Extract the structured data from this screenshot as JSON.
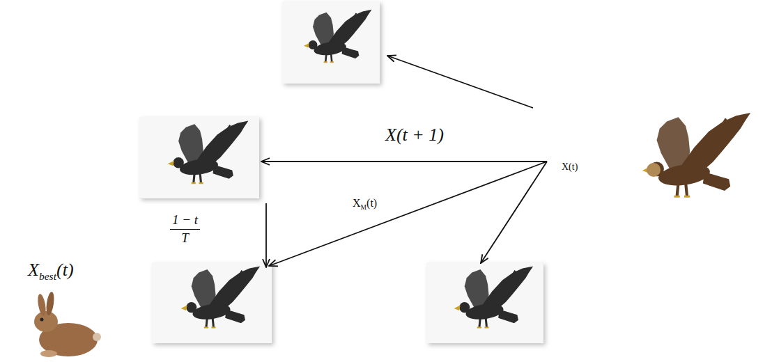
{
  "diagram": {
    "labels": [
      "X(t + 1)",
      "X(t)",
      "X",
      "M",
      "(t)",
      "1 − t",
      "T",
      "X",
      "best",
      "(t)"
    ]
  }
}
